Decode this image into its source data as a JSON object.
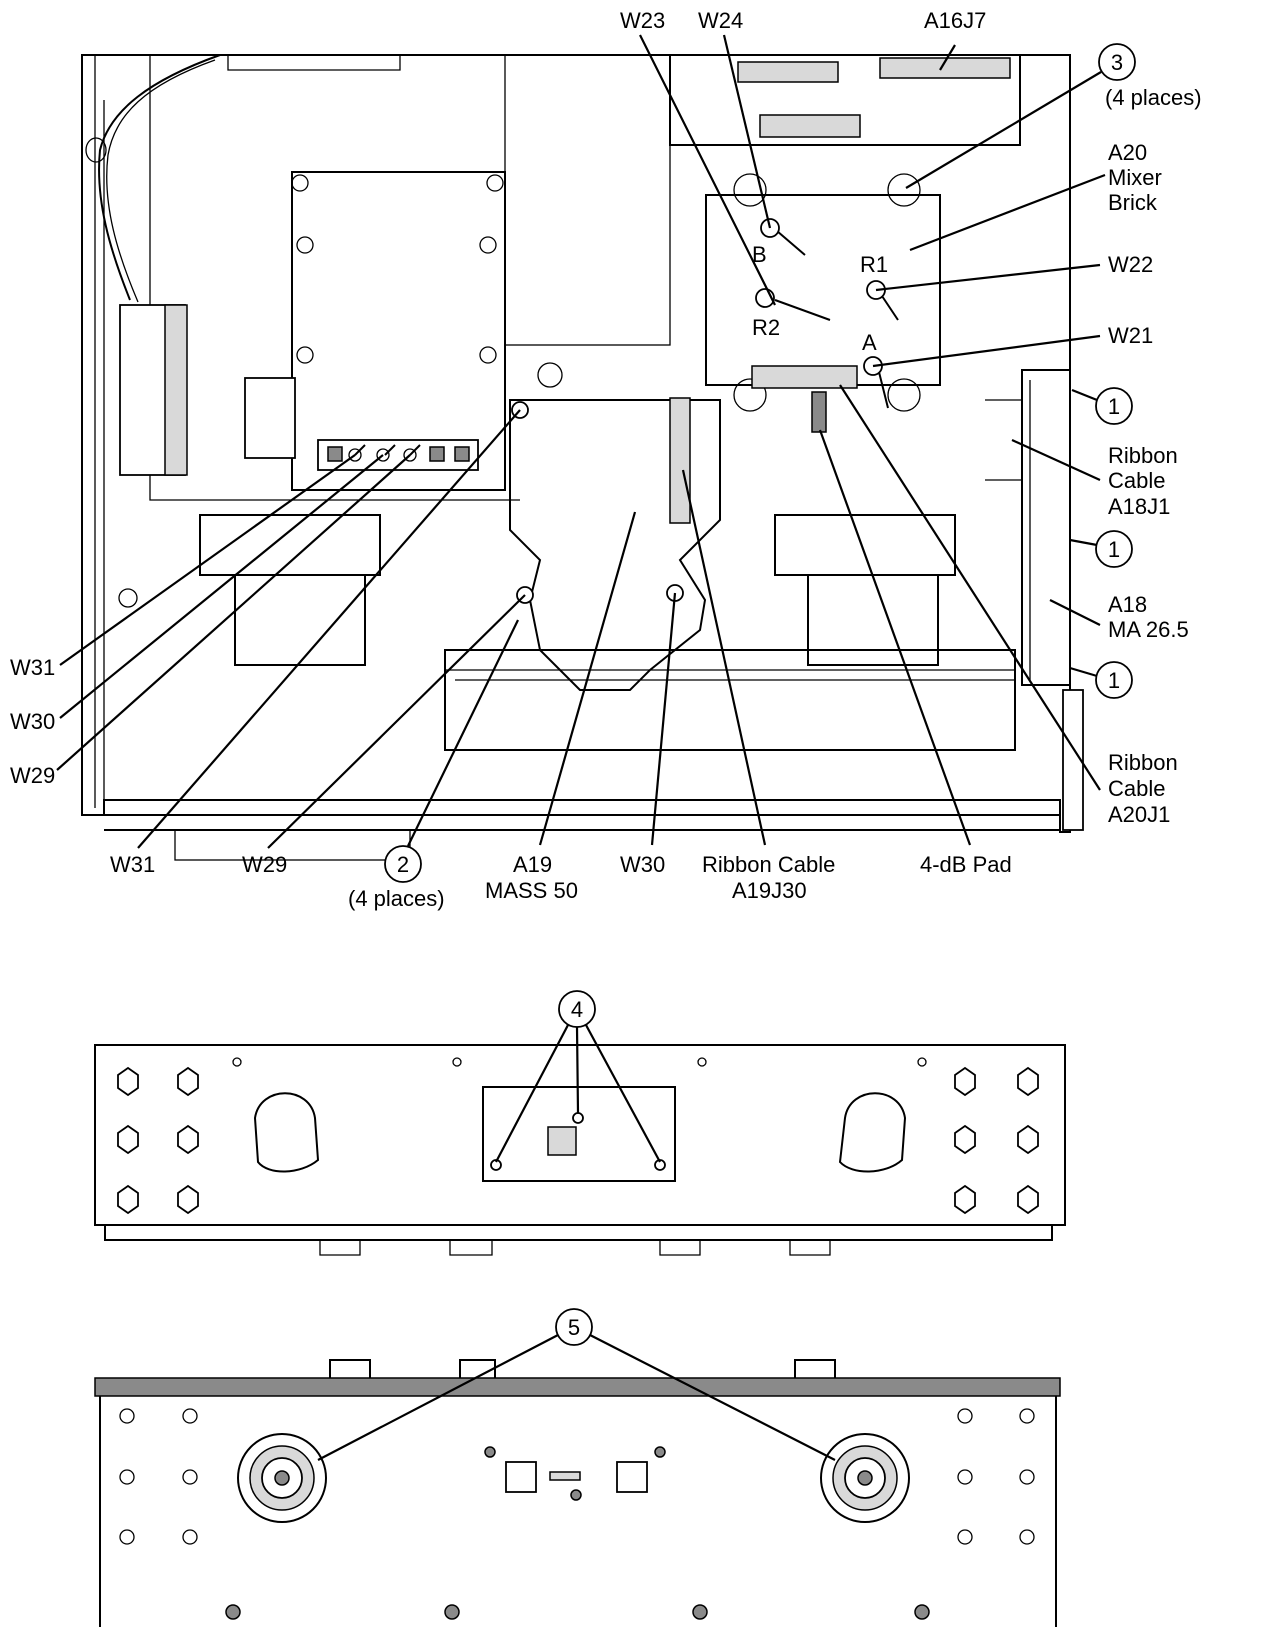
{
  "top_view": {
    "labels": {
      "w23_top": "W23",
      "w24_top": "W24",
      "a16j7": "A16J7",
      "callout3_note": "(4 places)",
      "a20_line1": "A20",
      "a20_line2": "Mixer",
      "a20_line3": "Brick",
      "w22": "W22",
      "w21": "W21",
      "ribbon_a18j1_line1": "Ribbon",
      "ribbon_a18j1_line2": "Cable",
      "ribbon_a18j1_line3": "A18J1",
      "a18_line1": "A18",
      "a18_line2": "MA 26.5",
      "ribbon_a20j1_line1": "Ribbon",
      "ribbon_a20j1_line2": "Cable",
      "ribbon_a20j1_line3": "A20J1",
      "w31_left": "W31",
      "w30_left": "W30",
      "w29_left": "W29",
      "w31_bottom": "W31",
      "w29_bottom": "W29",
      "callout2_note": "(4 places)",
      "a19_line1": "A19",
      "a19_line2": "MASS 50",
      "w30_bottom": "W30",
      "ribbon_a19j30_line1": "Ribbon Cable",
      "ribbon_a19j30_line2": "A19J30",
      "pad": "4-dB Pad",
      "port_b": "B",
      "port_r1": "R1",
      "port_r2": "R2",
      "port_a": "A"
    },
    "callouts": {
      "c3": "3",
      "c1a": "1",
      "c1b": "1",
      "c1c": "1",
      "c2": "2"
    }
  },
  "middle_view": {
    "callouts": {
      "c4": "4"
    }
  },
  "bottom_view": {
    "callouts": {
      "c5": "5"
    }
  }
}
